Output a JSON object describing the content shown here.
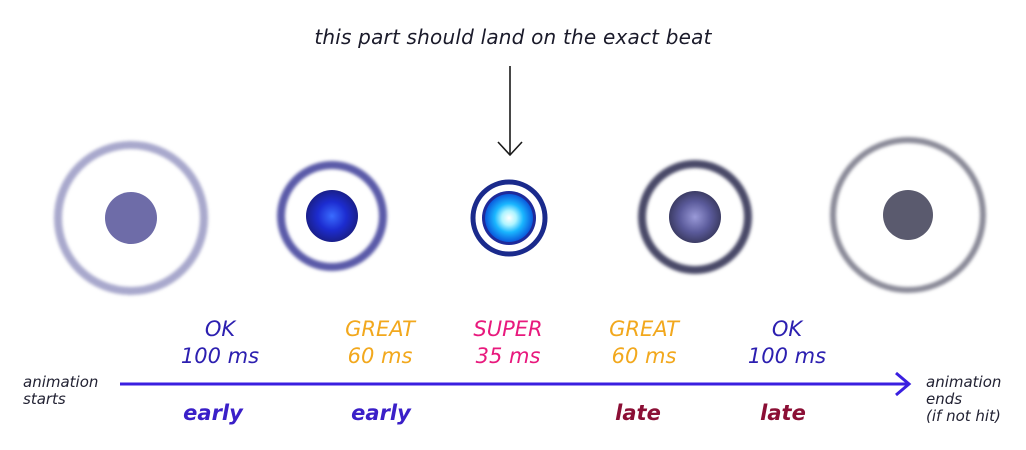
{
  "caption": "this part should land on the exact beat",
  "start_label": [
    "animation",
    "starts"
  ],
  "end_label": [
    "animation",
    "ends",
    "(if not hit)"
  ],
  "windows": [
    {
      "rating": "OK",
      "window": "100 ms",
      "timing": "early",
      "rating_color": "#2c1fb0",
      "timing_color": "#3a1fc8"
    },
    {
      "rating": "GREAT",
      "window": "60 ms",
      "timing": "early",
      "rating_color": "#f2a81d",
      "timing_color": "#3a1fc8"
    },
    {
      "rating": "SUPER",
      "window": "35 ms",
      "timing": "",
      "rating_color": "#e8197d",
      "timing_color": ""
    },
    {
      "rating": "GREAT",
      "window": "60 ms",
      "timing": "late",
      "rating_color": "#f2a81d",
      "timing_color": "#8b0f35"
    },
    {
      "rating": "OK",
      "window": "100 ms",
      "timing": "late",
      "rating_color": "#2c1fb0",
      "timing_color": "#8b0f35"
    }
  ],
  "colors": {
    "arrow": "#3a1fe0",
    "pointer": "#1a1a1a",
    "ring_ok_early": "#a8a8cc",
    "ring_great_early": "#5a5aa8",
    "ring_super": "#1a2a8c",
    "ring_great_late": "#4a4a68",
    "ring_ok_late": "#8a8a98"
  }
}
